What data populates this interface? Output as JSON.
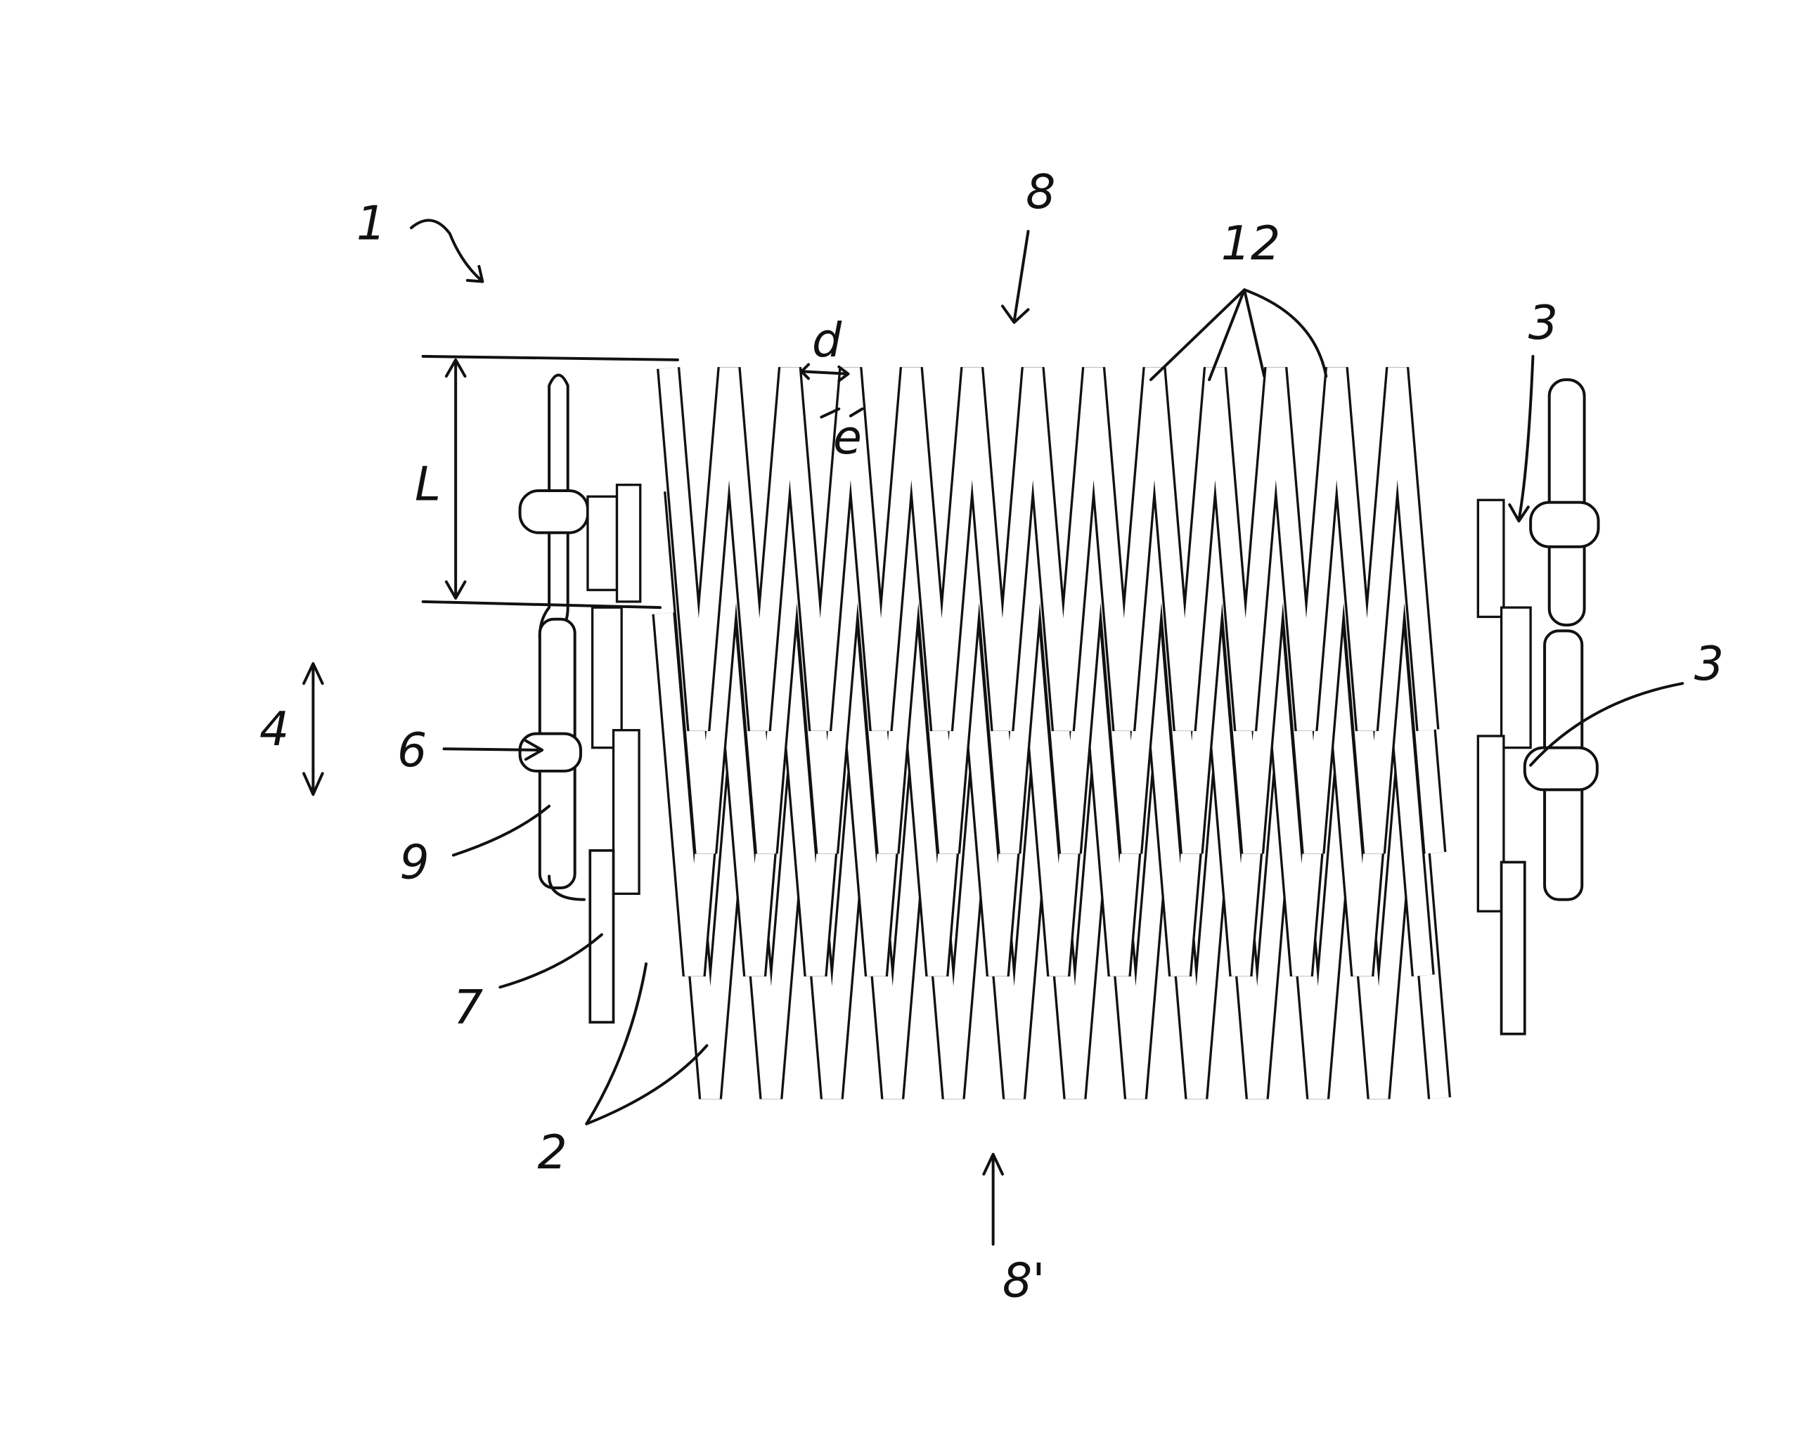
{
  "figure": {
    "labels": {
      "assembly": "1",
      "flow_in": "8",
      "strips": "12",
      "clip_upper": "3",
      "clip_lower": "3",
      "length": "L",
      "gap_d": "d",
      "thickness_e": "e",
      "direction": "4",
      "clamp": "6",
      "pipe": "9",
      "bar": "7",
      "rows": "2",
      "flow_out": "8'"
    }
  }
}
